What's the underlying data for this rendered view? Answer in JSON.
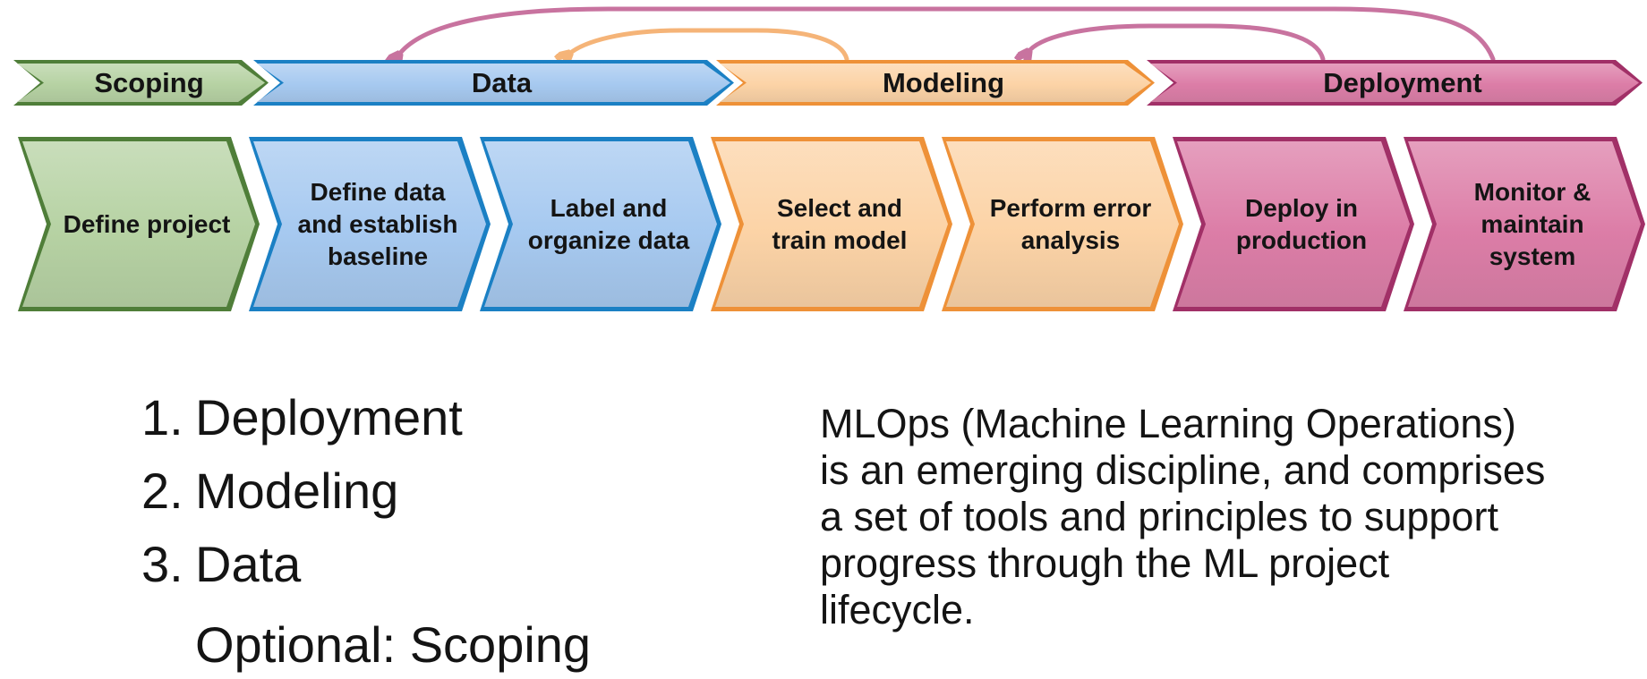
{
  "colors": {
    "ink": "#141414",
    "green_fill": "#b6d2a3",
    "green_border": "#4f7e39",
    "blue_fill": "#a6c9f0",
    "blue_border": "#1b80c4",
    "orange_fill": "#fcd3a6",
    "orange_border": "#ee9138",
    "pink_fill": "#dc7da7",
    "pink_border": "#a13067",
    "arc_pink": "#c8739f",
    "arc_orange": "#f5b478"
  },
  "phases": [
    {
      "label": "Scoping",
      "color": "green"
    },
    {
      "label": "Data",
      "color": "blue"
    },
    {
      "label": "Modeling",
      "color": "orange"
    },
    {
      "label": "Deployment",
      "color": "pink"
    }
  ],
  "steps": [
    {
      "label": "Define project",
      "phase": "Scoping",
      "color": "green"
    },
    {
      "label": "Define data\nand establish\nbaseline",
      "phase": "Data",
      "color": "blue"
    },
    {
      "label": "Label and\norganize data",
      "phase": "Data",
      "color": "blue"
    },
    {
      "label": "Select and\ntrain model",
      "phase": "Modeling",
      "color": "orange"
    },
    {
      "label": "Perform error\nanalysis",
      "phase": "Modeling",
      "color": "orange"
    },
    {
      "label": "Deploy in\nproduction",
      "phase": "Deployment",
      "color": "pink"
    },
    {
      "label": "Monitor &\nmaintain\nsystem",
      "phase": "Deployment",
      "color": "pink"
    }
  ],
  "feedback_arrows": [
    {
      "from": "Deployment",
      "to": "Data",
      "color": "pink"
    },
    {
      "from": "Deployment",
      "to": "Modeling",
      "color": "pink"
    },
    {
      "from": "Modeling",
      "to": "Data",
      "color": "orange"
    }
  ],
  "notes": {
    "items": [
      {
        "number": "1.",
        "label": "Deployment"
      },
      {
        "number": "2.",
        "label": "Modeling"
      },
      {
        "number": "3.",
        "label": "Data"
      }
    ],
    "optional": "Optional: Scoping"
  },
  "paragraph": "MLOps (Machine Learning Operations)\nis an emerging discipline, and comprises\na set of tools and principles to support\nprogress through the ML project\nlifecycle."
}
